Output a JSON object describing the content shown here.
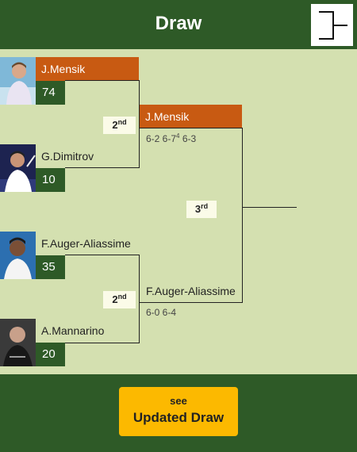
{
  "header": {
    "title": "Draw"
  },
  "players": [
    {
      "name": "J.Mensik",
      "seed": "74"
    },
    {
      "name": "G.Dimitrov",
      "seed": "10"
    },
    {
      "name": "F.Auger-Aliassime",
      "seed": "35"
    },
    {
      "name": "A.Mannarino",
      "seed": "20"
    }
  ],
  "round2": {
    "label_num": "2",
    "label_suffix": "nd",
    "top": {
      "winner": "J.Mensik",
      "score_a": "6-2 6-7",
      "score_sup": "4",
      "score_b": " 6-3"
    },
    "bottom": {
      "winner": "F.Auger-Aliassime",
      "score": "6-0 6-4"
    }
  },
  "round3": {
    "label_num": "3",
    "label_suffix": "rd"
  },
  "cta": {
    "small": "see",
    "big": "Updated Draw"
  },
  "colors": {
    "header_green": "#2e5a27",
    "background": "#d4e0b0",
    "winner_orange": "#c85a12",
    "cta_yellow": "#fcb900",
    "badge": "#fbfbe8"
  }
}
